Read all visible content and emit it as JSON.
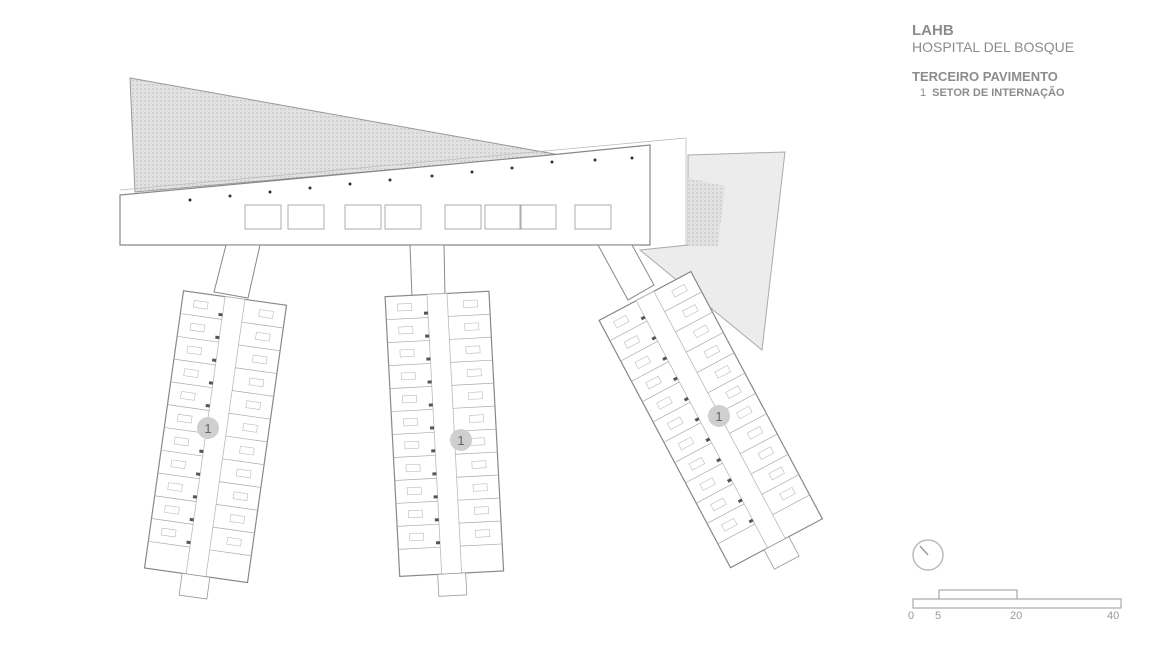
{
  "legend": {
    "project": "LAHB",
    "name": "HOSPITAL DEL BOSQUE",
    "floor": "TERCEIRO PAVIMENTO",
    "sector_number": "1",
    "sector_name": "SETOR DE INTERNAÇÃO"
  },
  "markers": [
    "1",
    "1",
    "1"
  ],
  "scale": {
    "ticks": [
      "0",
      "5",
      "20",
      "40"
    ]
  },
  "colors": {
    "line": "#9a9a9a",
    "hatch": "#d9d9d9",
    "marker": "#cfcfcf",
    "text": "#8c8c8c"
  }
}
